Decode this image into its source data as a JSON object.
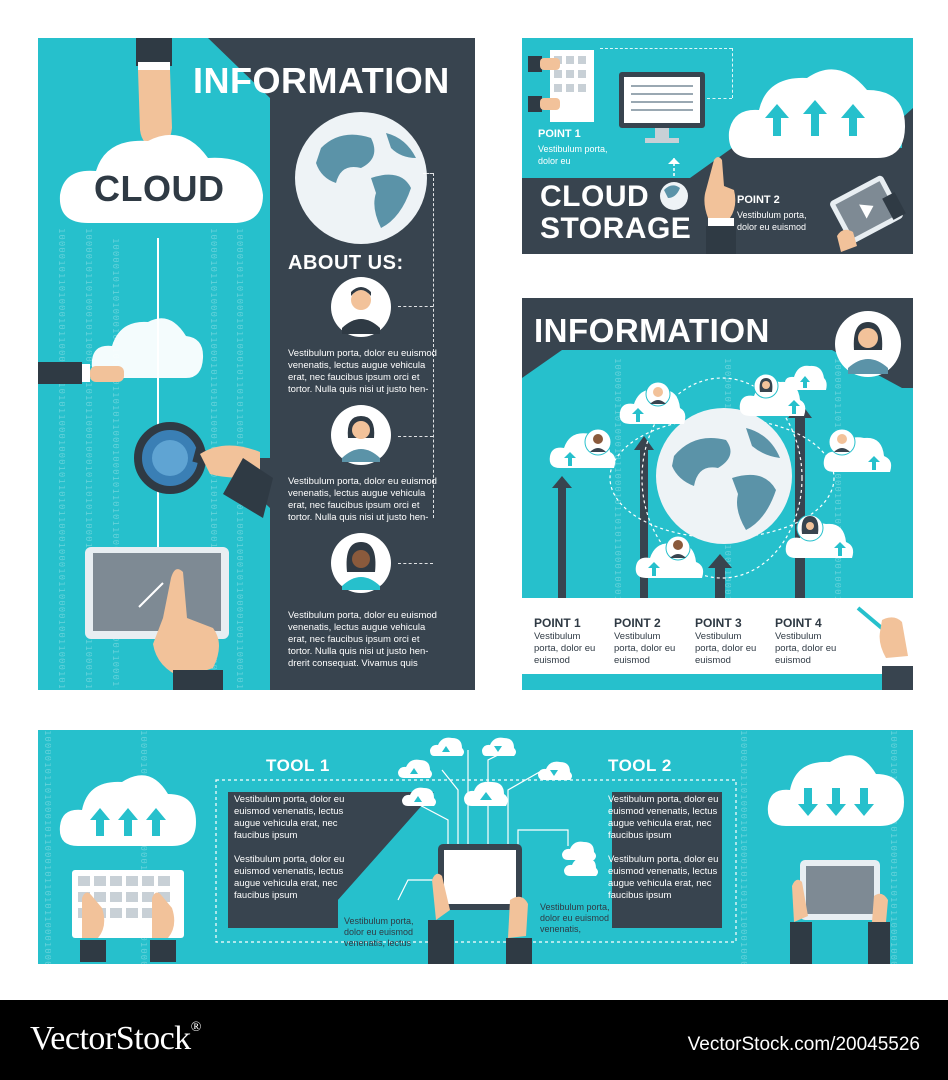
{
  "poster1": {
    "title": "INFORMATION",
    "cloud_label": "CLOUD",
    "about_heading": "ABOUT US:",
    "paragraphs": [
      "Vestibulum porta, dolor eu euismod venenatis, lectus augue vehicula erat, nec faucibus ipsum orci et tortor. Nulla quis nisi ut justo hen-",
      "Vestibulum porta, dolor eu euismod venenatis, lectus augue vehicula erat, nec faucibus ipsum orci et tortor. Nulla quis nisi ut justo hen-",
      "Vestibulum porta, dolor eu euismod venenatis, lectus augue vehicula erat, nec faucibus ipsum orci et tortor. Nulla quis nisi ut justo hen-drerit consequat. Vivamus quis"
    ],
    "binary_text": "1000010110100010110001011010110001000101101011000100010110000100110001011001000101100100"
  },
  "poster2": {
    "title_line1": "CLOUD",
    "title_line2": "STORAGE",
    "point1_title": "POINT 1",
    "point1_body": "Vestibulum porta, dolor eu",
    "point2_title": "POINT 2",
    "point2_body": "Vestibulum porta, dolor eu euismod"
  },
  "poster3": {
    "title": "INFORMATION",
    "points": [
      {
        "title": "POINT 1",
        "body": "Vestibulum porta, dolor eu euismod"
      },
      {
        "title": "POINT 2",
        "body": "Vestibulum porta, dolor eu euismod"
      },
      {
        "title": "POINT 3",
        "body": "Vestibulum porta, dolor eu euismod"
      },
      {
        "title": "POINT 4",
        "body": "Vestibulum porta, dolor eu euismod"
      }
    ]
  },
  "banner": {
    "tool1_title": "TOOL 1",
    "tool2_title": "TOOL 2",
    "tool1_text_a": "Vestibulum porta, dolor eu euismod venenatis, lectus augue vehicula erat, nec faucibus ipsum",
    "tool1_text_b": "Vestibulum porta, dolor eu euismod venenatis, lectus augue vehicula erat, nec faucibus ipsum",
    "tool2_text_a": "Vestibulum porta, dolor eu euismod venenatis, lectus augue vehicula erat, nec faucibus ipsum",
    "tool2_text_b": "Vestibulum porta, dolor eu euismod venenatis, lectus augue vehicula erat, nec faucibus ipsum",
    "center_left_text": "Vestibulum porta, dolor eu euismod venenatis, lectus",
    "center_right_text": "Vestibulum porta, dolor eu euismod venenatis,"
  },
  "footer": {
    "logo_text": "VectorStock",
    "logo_mark": "®",
    "url": "VectorStock.com/20045526"
  },
  "colors": {
    "teal": "#26c0cc",
    "dark": "#38444f",
    "white": "#ffffff",
    "globe": "#5b93a8"
  },
  "icons": [
    "cloud-icon",
    "hand-icon",
    "magnifier-icon",
    "tablet-icon",
    "keyboard-icon",
    "monitor-icon",
    "globe-icon",
    "avatar-icon",
    "upload-arrow-icon",
    "download-arrow-icon",
    "pen-icon"
  ]
}
